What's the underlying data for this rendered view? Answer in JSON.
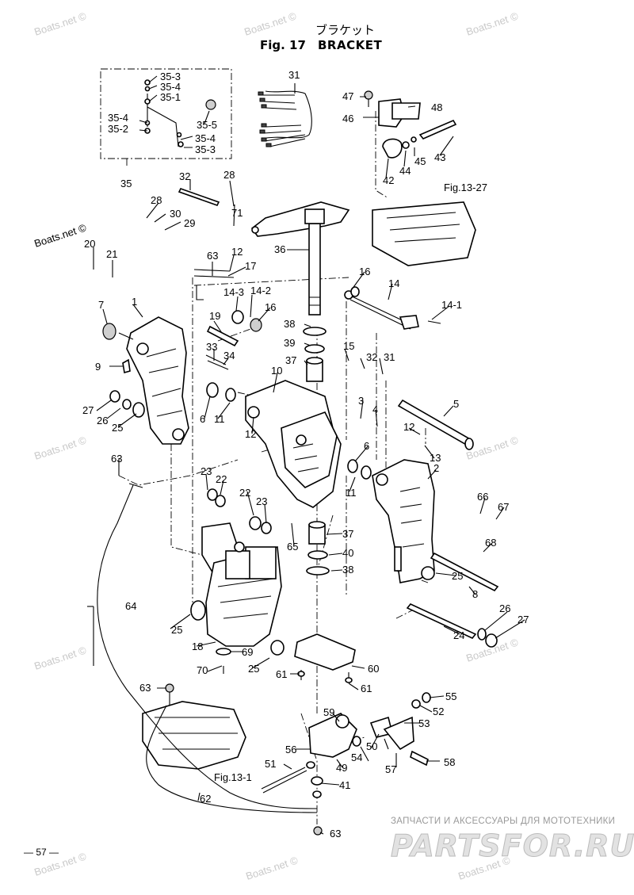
{
  "header": {
    "title_jp": "ブラケット",
    "fig_number": "Fig. 17",
    "title_en": "BRACKET"
  },
  "watermark": "Boats.net ©",
  "references": {
    "fig_13_27": "Fig.13-27",
    "fig_13_1": "Fig.13-1"
  },
  "callouts": [
    "35-3",
    "35-4",
    "35-1",
    "35-4",
    "35-2",
    "35-5",
    "35-4",
    "35-3",
    "35",
    "31",
    "47",
    "48",
    "46",
    "43",
    "45",
    "44",
    "42",
    "32",
    "28",
    "28",
    "30",
    "29",
    "71",
    "36",
    "20",
    "21",
    "63",
    "12",
    "17",
    "14-3",
    "14-2",
    "16",
    "7",
    "1",
    "19",
    "33",
    "34",
    "9",
    "38",
    "39",
    "37",
    "10",
    "15",
    "32",
    "31",
    "16",
    "14",
    "14-1",
    "27",
    "26",
    "25",
    "6",
    "11",
    "12",
    "3",
    "4",
    "5",
    "12",
    "13",
    "63",
    "23",
    "22",
    "22",
    "23",
    "6",
    "11",
    "2",
    "66",
    "67",
    "68",
    "65",
    "37",
    "40",
    "38",
    "25",
    "8",
    "64",
    "25",
    "18",
    "69",
    "25",
    "70",
    "26",
    "27",
    "24",
    "61",
    "60",
    "61",
    "63",
    "55",
    "52",
    "53",
    "59",
    "50",
    "56",
    "54",
    "49",
    "51",
    "41",
    "57",
    "58",
    "62",
    "63"
  ],
  "footer": {
    "page_number": "— 57 —",
    "promo_text": "ЗАПЧАСТИ И АКСЕССУАРЫ ДЛЯ МОТОТЕХНИКИ",
    "promo_logo": "PARTSFOR.RU"
  },
  "colors": {
    "ink": "#000000",
    "paper": "#ffffff",
    "watermark": "#c9c9c9",
    "promo_logo_red": "#e2e2e2"
  }
}
